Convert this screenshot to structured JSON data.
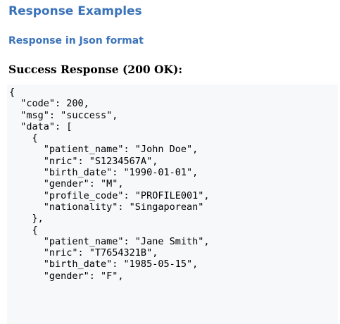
{
  "headings": {
    "section_title": "Response Examples",
    "format_title": "Response in Json format",
    "success_title": "Success Response (200 OK):"
  },
  "code_block": {
    "language": "json",
    "text": "{\n  \"code\": 200,\n  \"msg\": \"success\",\n  \"data\": [\n    {\n      \"patient_name\": \"John Doe\",\n      \"nric\": \"S1234567A\",\n      \"birth_date\": \"1990-01-01\",\n      \"gender\": \"M\",\n      \"profile_code\": \"PROFILE001\",\n      \"nationality\": \"Singaporean\"\n    },\n    {\n      \"patient_name\": \"Jane Smith\",\n      \"nric\": \"T7654321B\",\n      \"birth_date\": \"1985-05-15\",\n      \"gender\": \"F\","
  },
  "colors": {
    "heading_blue": "#3b73b9",
    "code_background": "#f6f8fa",
    "body_text": "#000000"
  }
}
